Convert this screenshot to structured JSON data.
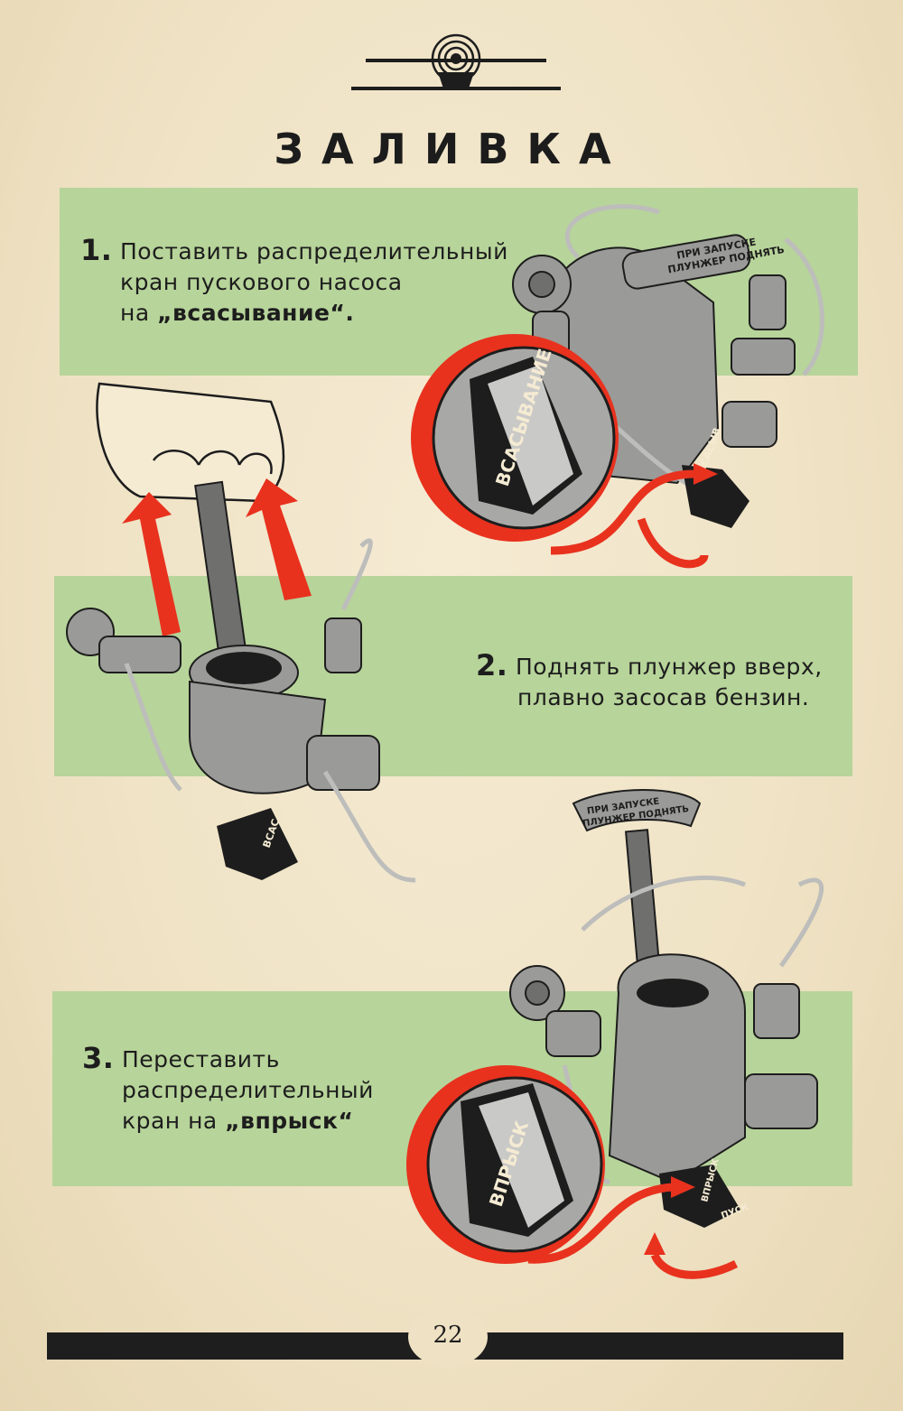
{
  "title": "ЗАЛИВКА",
  "steps": [
    {
      "number": "1.",
      "lines": [
        "Поставить распределительный",
        "кран пускового насоса"
      ],
      "last_prefix": "на ",
      "last_bold": "„всасывание“."
    },
    {
      "number": "2.",
      "lines": [
        "Поднять плунжер вверх,",
        "плавно засосав бензин."
      ]
    },
    {
      "number": "3.",
      "lines": [
        "Переставить",
        "распределительный"
      ],
      "last_prefix": "кран  на ",
      "last_bold": "„впрыск“"
    }
  ],
  "illustration_labels": {
    "cap_text_line1": "ПРИ ЗАПУСКЕ",
    "cap_text_line2": "ПЛУНЖЕР ПОДНЯТЬ",
    "suction_zoom": "ВСАСЫВАНИЕ",
    "suction_small": "ВСАСЫВ",
    "suction_short": "ВСАС.",
    "inject_zoom": "ВПРЫСК",
    "inject_small": "ВПРЫСК",
    "start": "ПУСК"
  },
  "page_number": "22",
  "colors": {
    "paper": "#efe3c6",
    "band_green": "#b7d49a",
    "arrow_red": "#e8321e",
    "ink": "#1d1d1d",
    "metal_gray": "#9a9a98"
  }
}
